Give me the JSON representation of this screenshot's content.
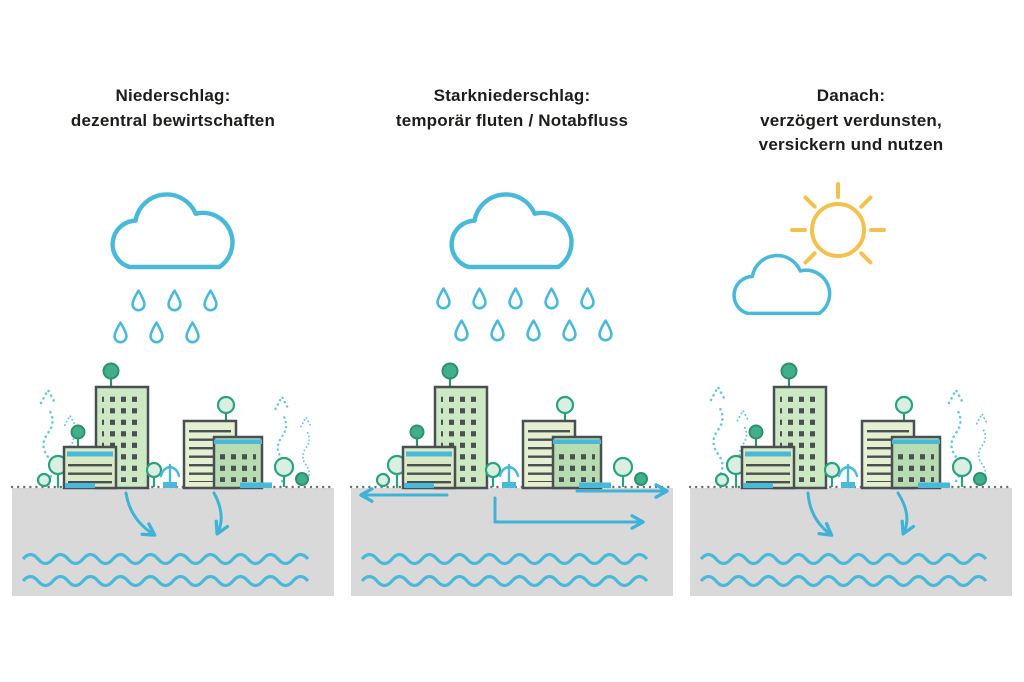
{
  "infographic": {
    "background": "#ffffff",
    "text_color": "#1d1d1b",
    "accent_teal": "#4ab9d9",
    "ground_gray": "#d9d9d9",
    "sun_yellow": "#f2c14e",
    "building_green": "#cde9c4",
    "tree_green": "#2ba27e",
    "outline_dark": "#4a4f54"
  },
  "panels": [
    {
      "id": "niederschlag",
      "title_lines": [
        "Niederschlag:",
        "dezentral bewirtschaften"
      ],
      "weather_icon": "cloud-rain-light-icon",
      "rain_drop_count": 6,
      "flow_icons": [
        "evaporation-dotted-arrows",
        "infiltration-down-arrows"
      ]
    },
    {
      "id": "starkniederschlag",
      "title_lines": [
        "Starkniederschlag:",
        "temporär fluten / Notabfluss"
      ],
      "weather_icon": "cloud-rain-heavy-icon",
      "rain_drop_count": 10,
      "flow_icons": [
        "surface-runoff-left-arrow",
        "surface-runoff-right-arrow",
        "overflow-down-right-arrow"
      ]
    },
    {
      "id": "danach",
      "title_lines": [
        "Danach:",
        "verzögert verdunsten,",
        "versickern und nutzen"
      ],
      "weather_icon": "sun-cloud-icon",
      "rain_drop_count": 0,
      "flow_icons": [
        "evaporation-dotted-arrows",
        "infiltration-down-arrows"
      ]
    }
  ]
}
